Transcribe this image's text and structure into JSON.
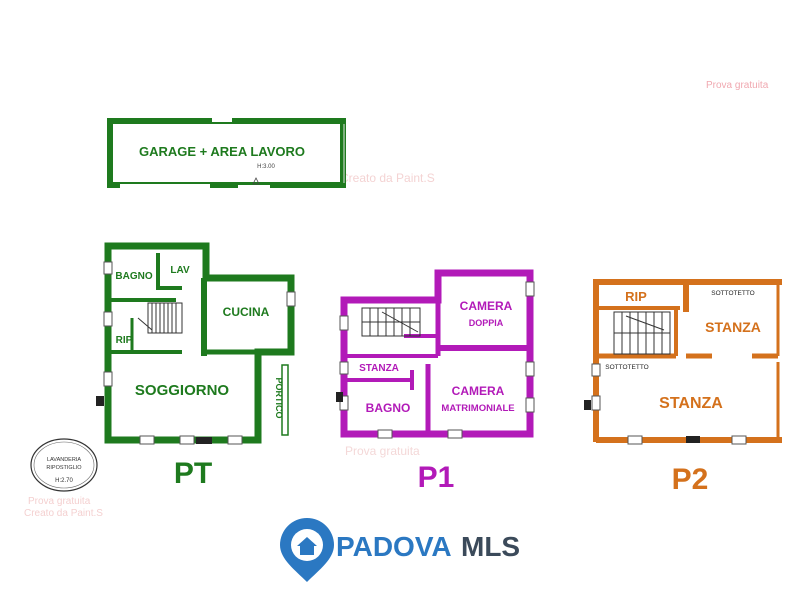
{
  "watermarks": {
    "trial_top": "Prova gratuita",
    "paint_top": "Creato da Paint.S",
    "trial_mid": "Prova gratuita",
    "trial_mid2": "Prova gratuita",
    "trial_left": "Prova gratuita",
    "paint_left": "Creato da Paint.S"
  },
  "garage": {
    "label": "GARAGE + AREA LAVORO",
    "height": "H:3.00"
  },
  "pt": {
    "title": "PT",
    "rooms": {
      "bagno": "BAGNO",
      "lav": "LAV",
      "cucina": "CUCINA",
      "rip": "RIP",
      "soggiorno": "SOGGIORNO",
      "portico": "PORTICO"
    }
  },
  "lavanderia": {
    "line1": "LAVANDERIA",
    "line2": "RIPOSTIGLIO",
    "height": "H:2.70"
  },
  "p1": {
    "title": "P1",
    "rooms": {
      "camera_1": "CAMERA",
      "camera_1b": "DOPPIA",
      "stanza": "STANZA",
      "bagno": "BAGNO",
      "camera_2": "CAMERA",
      "camera_2b": "MATRIMONIALE"
    }
  },
  "p2": {
    "title": "P2",
    "rooms": {
      "rip": "RIP",
      "sottotetto_1": "SOTTOTETTO",
      "stanza_1": "STANZA",
      "sottotetto_2": "SOTTOTETTO",
      "stanza_2": "STANZA"
    }
  },
  "logo": {
    "part1": "PADOVA",
    "part2": "MLS"
  },
  "colors": {
    "pt": "#1e7a1e",
    "p1": "#b21ab8",
    "p2": "#d4711c",
    "logo_blue": "#2b78c2",
    "logo_dark": "#3b4a5a",
    "watermark": "#e98a96"
  }
}
